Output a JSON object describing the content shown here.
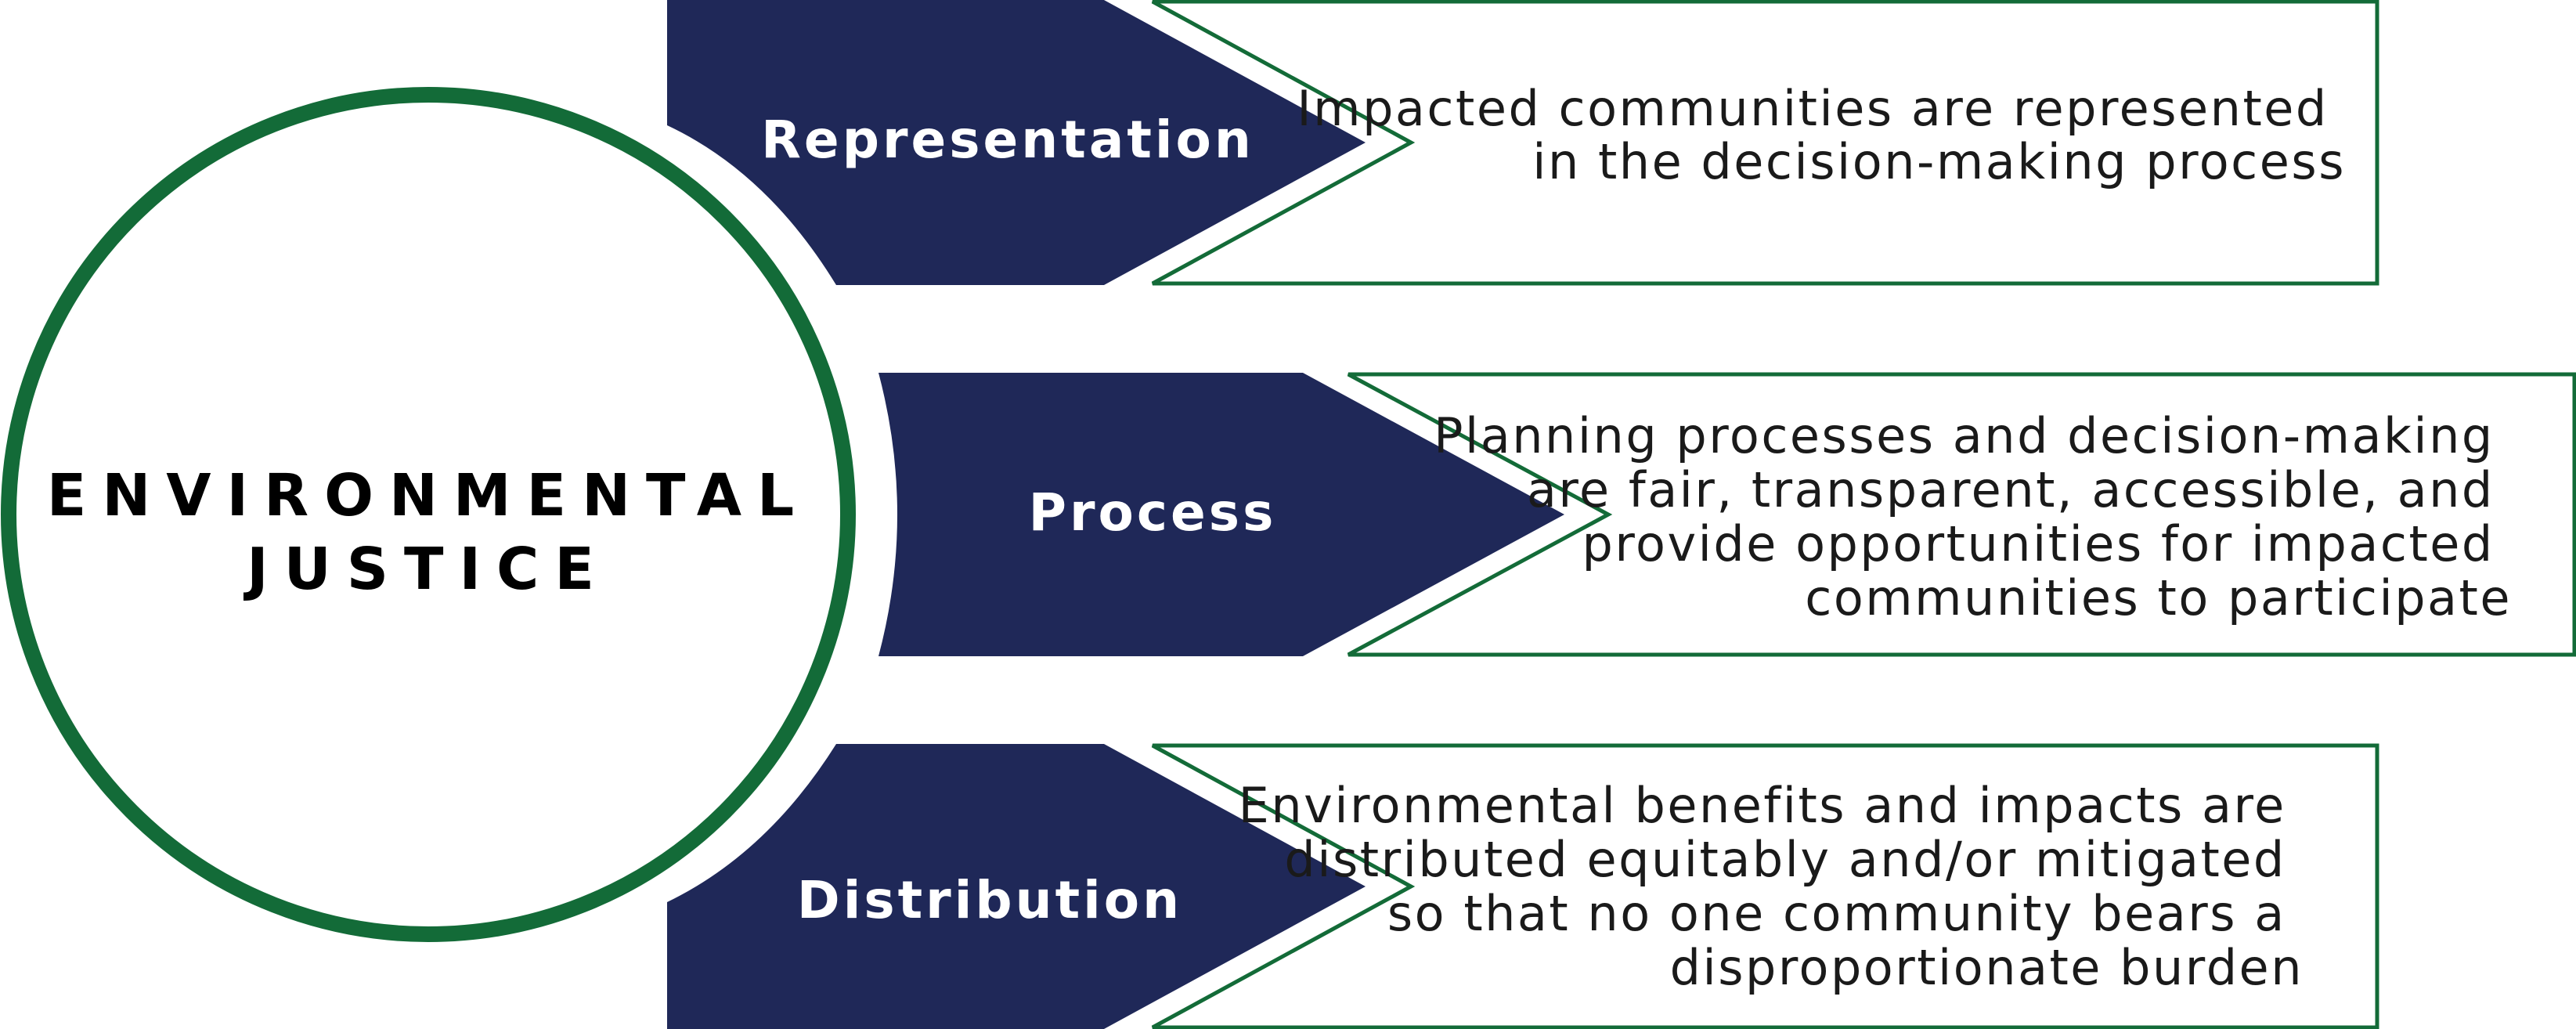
{
  "center": {
    "title_line1": "ENVIRONMENTAL",
    "title_line2": "JUSTICE"
  },
  "rows": [
    {
      "label": "Representation",
      "description_lines": [
        "Impacted communities are represented",
        "in the decision-making process"
      ]
    },
    {
      "label": "Process",
      "description_lines": [
        "Planning processes and decision-making",
        "are fair, transparent, accessible, and",
        "provide opportunities for impacted",
        "communities to participate"
      ]
    },
    {
      "label": "Distribution",
      "description_lines": [
        "Environmental benefits and impacts are",
        "distributed equitably and/or mitigated",
        "so that no one community bears a",
        "disproportionate burden"
      ]
    }
  ],
  "colors": {
    "navy": "#1f2858",
    "green": "#136b38",
    "text": "#1a1a1a"
  }
}
